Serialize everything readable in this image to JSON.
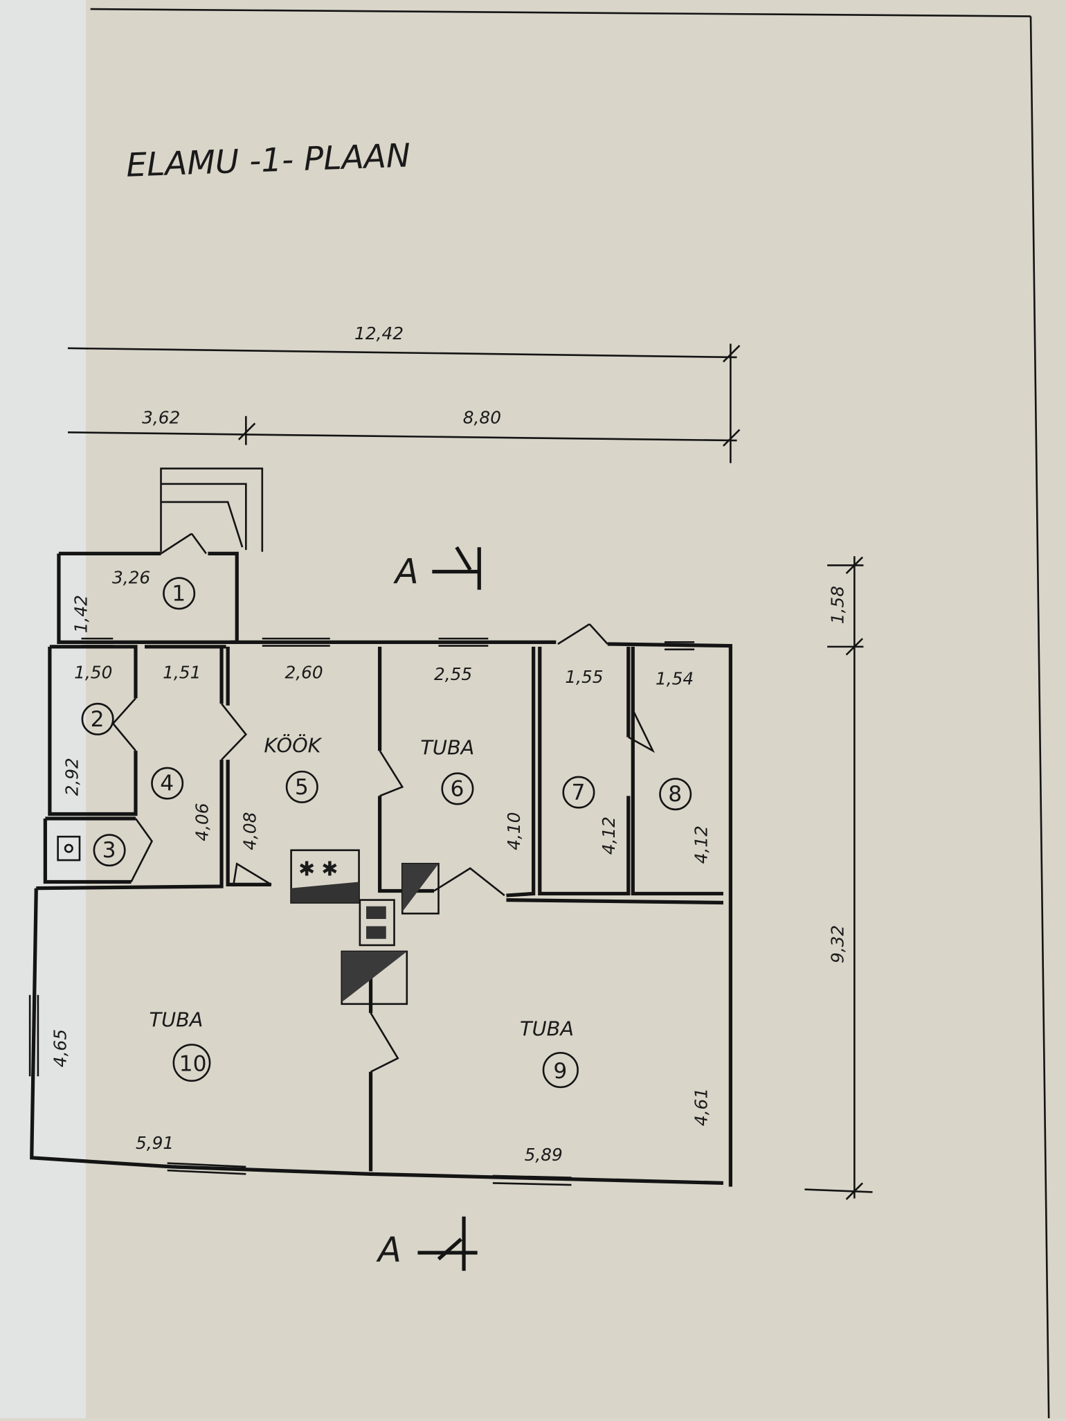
{
  "title": "ELAMU -1- PLAAN",
  "overall_dimensions": {
    "total_width": "12,42",
    "left_width": "3,62",
    "right_width": "8,80",
    "top_offset": "1,58",
    "total_depth": "9,32"
  },
  "section_marker": "A",
  "rooms": [
    {
      "number": "1",
      "name": "",
      "dim_a": "3,26",
      "dim_b": "1,42"
    },
    {
      "number": "2",
      "name": "",
      "dim_a": "1,50",
      "dim_b": "2,92"
    },
    {
      "number": "3",
      "name": "",
      "dim_a": "",
      "dim_b": ""
    },
    {
      "number": "4",
      "name": "",
      "dim_a": "1,51",
      "dim_b": "4,06"
    },
    {
      "number": "5",
      "name": "KÖÖK",
      "dim_a": "2,60",
      "dim_b": "4,08"
    },
    {
      "number": "6",
      "name": "TUBA",
      "dim_a": "2,55",
      "dim_b": "4,10"
    },
    {
      "number": "7",
      "name": "",
      "dim_a": "1,55",
      "dim_b": "4,12"
    },
    {
      "number": "8",
      "name": "",
      "dim_a": "1,54",
      "dim_b": "4,12"
    },
    {
      "number": "9",
      "name": "TUBA",
      "dim_a": "5,89",
      "dim_b": "4,61"
    },
    {
      "number": "10",
      "name": "TUBA",
      "dim_a": "5,91",
      "dim_b": "4,65"
    }
  ]
}
